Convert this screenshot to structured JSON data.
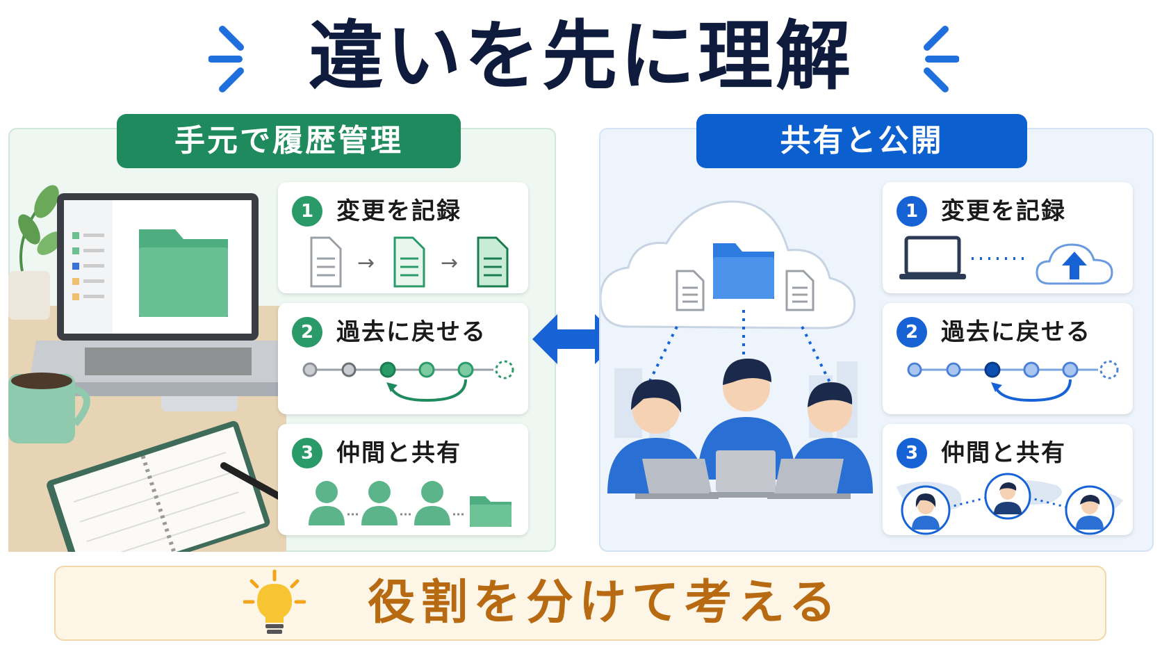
{
  "title": "違いを先に理解",
  "left": {
    "header": "手元で履歴管理",
    "cards": [
      {
        "num": "1",
        "label": "変更を記録"
      },
      {
        "num": "2",
        "label": "過去に戻せる"
      },
      {
        "num": "3",
        "label": "仲間と共有"
      }
    ]
  },
  "right": {
    "header": "共有と公開",
    "cards": [
      {
        "num": "1",
        "label": "変更を記録"
      },
      {
        "num": "2",
        "label": "過去に戻せる"
      },
      {
        "num": "3",
        "label": "仲間と共有"
      }
    ]
  },
  "footer": "役割を分けて考える",
  "colors": {
    "title": "#0f1b3d",
    "green": "#1f8a5d",
    "blue": "#0c5fcf",
    "footer_text": "#b86a12"
  },
  "icons": [
    "burst-icon",
    "laptop-icon",
    "folder-icon",
    "document-icon",
    "cloud-icon",
    "upload-icon",
    "person-icon",
    "bulb-icon",
    "double-arrow-icon"
  ]
}
